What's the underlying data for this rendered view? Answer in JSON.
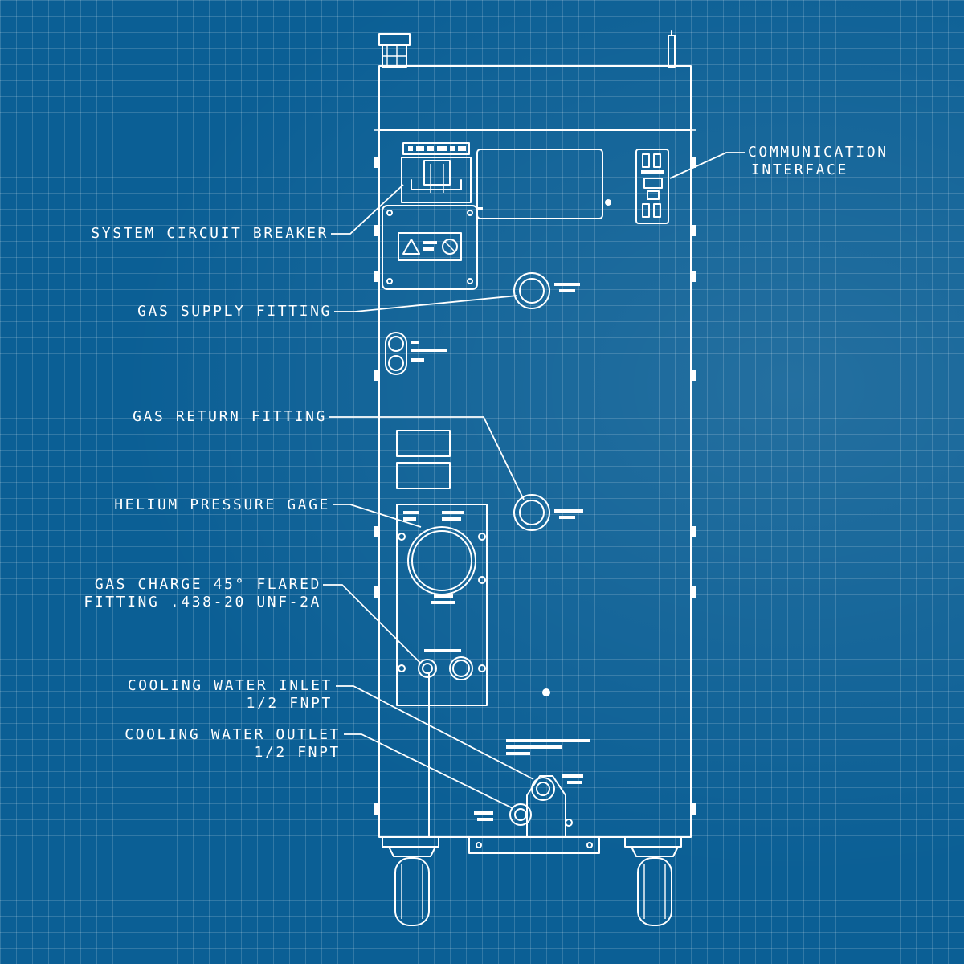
{
  "diagram": {
    "colors": {
      "background": "#0b5f95",
      "line": "#ffffff",
      "grid": "rgba(255,255,255,0.16)"
    },
    "callouts": {
      "system_circuit_breaker": "SYSTEM CIRCUIT BREAKER",
      "communication_interface_line1": "COMMUNICATION",
      "communication_interface_line2": "INTERFACE",
      "gas_supply_fitting": "GAS SUPPLY FITTING",
      "gas_return_fitting": "GAS RETURN FITTING",
      "helium_pressure_gage": "HELIUM PRESSURE GAGE",
      "gas_charge_line1": "GAS CHARGE 45° FLARED",
      "gas_charge_line2": "FITTING .438-20 UNF-2A",
      "cooling_water_inlet_line1": "COOLING WATER INLET",
      "cooling_water_inlet_line2": "1/2 FNPT",
      "cooling_water_outlet_line1": "COOLING WATER OUTLET",
      "cooling_water_outlet_line2": "1/2 FNPT"
    }
  }
}
